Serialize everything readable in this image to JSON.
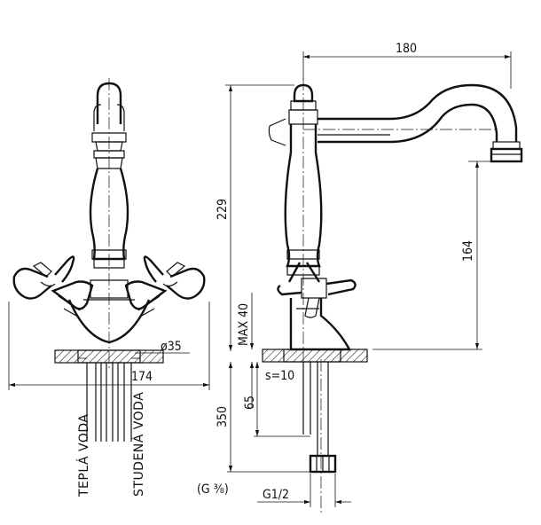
{
  "dimensions": {
    "width_180": "180",
    "height_229": "229",
    "height_164": "164",
    "max_40": "MAX  40",
    "dia_35": "ø35",
    "width_174": "174",
    "s_10": "s=10",
    "len_65": "65",
    "len_350": "350",
    "thread_g38": "(G ⅜)",
    "thread_g12": "G1/2"
  },
  "labels": {
    "hot_water": "TEPLÁ VODA",
    "cold_water": "STUDENÁ VODA"
  }
}
